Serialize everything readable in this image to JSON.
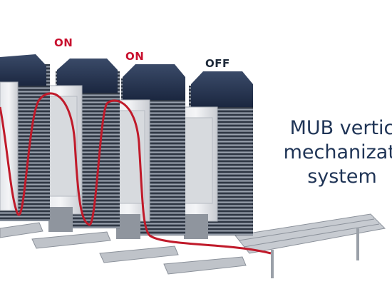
{
  "image": {
    "subject": "vertical tray conveyor towers with serpentine red product path"
  },
  "labels": {
    "tower_1_status": "ON",
    "tower_2_status": "ON",
    "tower_3_status": "OFF"
  },
  "caption": {
    "line_1": "MUB vertic",
    "line_2": "mechanizati",
    "line_3": "system"
  },
  "colors": {
    "on_status": "#c8102e",
    "off_status": "#1e2a3a",
    "caption_text": "#1f3456",
    "tower_roof": "#22324f",
    "path_red": "#c01a2a"
  },
  "icons": {
    "machine_illustration": "vertical-conveyor-towers"
  }
}
